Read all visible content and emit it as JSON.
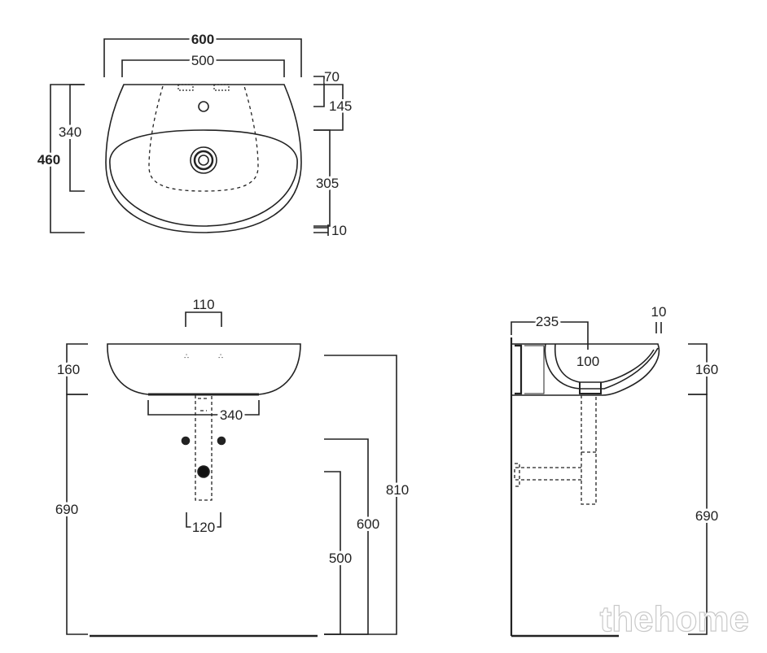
{
  "top_view": {
    "width_outer": "600",
    "width_inner": "500",
    "depth_total": "460",
    "depth_partial": "340",
    "rim_offset": "70",
    "tap_offset": "145",
    "bowl_depth": "305",
    "base_gap": "10"
  },
  "front_view": {
    "tap_spacing": "110",
    "bowl_height": "160",
    "pedestal_width": "340",
    "drain_width": "120",
    "floor_height": "690",
    "total_height": "810",
    "supply_height": "600",
    "drain_height": "500"
  },
  "side_view": {
    "projection": "235",
    "rim_thickness": "10",
    "drain_distance": "100",
    "bowl_height": "160",
    "floor_height": "690"
  },
  "watermark": "thehome"
}
